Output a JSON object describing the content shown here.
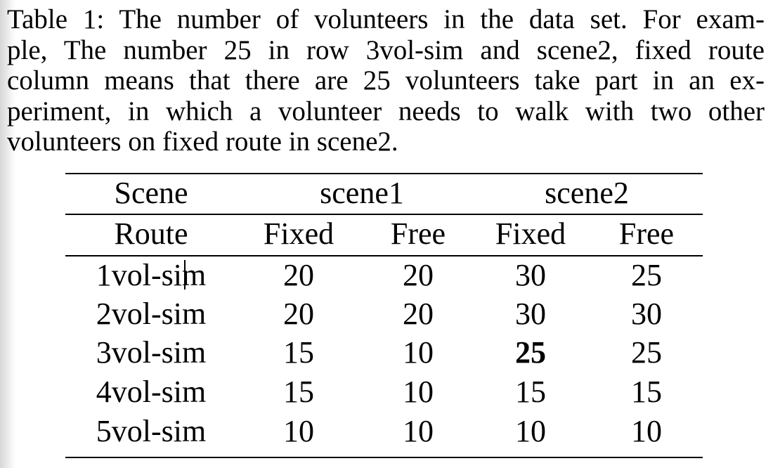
{
  "caption": {
    "lines": [
      "Table 1: The number of volunteers in the data set. For exam-",
      "ple, The number 25 in row 3vol-sim and scene2, fixed route",
      "column means that there are 25 volunteers take part in an ex-",
      "periment, in which a volunteer needs to walk with two other",
      "volunteers on fixed route in scene2."
    ]
  },
  "table": {
    "header_row1": {
      "label": "Scene",
      "groups": [
        "scene1",
        "scene2"
      ]
    },
    "header_row2": {
      "label": "Route",
      "columns": [
        "Fixed",
        "Free",
        "Fixed",
        "Free"
      ]
    },
    "rows": [
      {
        "label": "1vol-sim",
        "values": [
          "20",
          "20",
          "30",
          "25"
        ]
      },
      {
        "label": "2vol-sim",
        "values": [
          "20",
          "20",
          "30",
          "30"
        ]
      },
      {
        "label": "3vol-sim",
        "values": [
          "15",
          "10",
          "25",
          "25"
        ]
      },
      {
        "label": "4vol-sim",
        "values": [
          "15",
          "10",
          "15",
          "15"
        ]
      },
      {
        "label": "5vol-sim",
        "values": [
          "10",
          "10",
          "10",
          "10"
        ]
      }
    ],
    "highlighted_cell": {
      "row": 2,
      "column": 2
    }
  }
}
